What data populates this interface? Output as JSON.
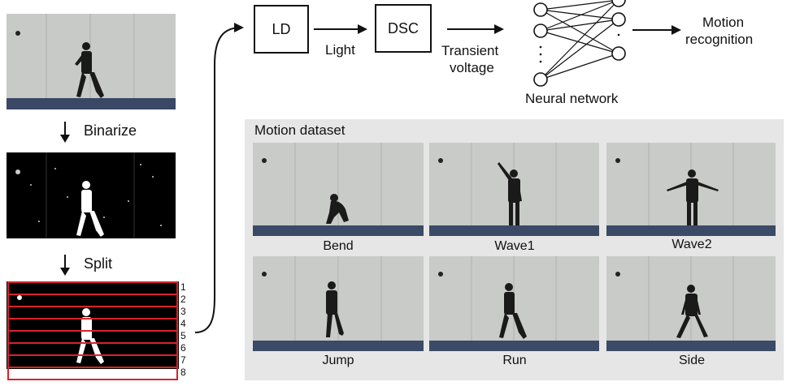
{
  "pipeline": {
    "step1_label": "Binarize",
    "step2_label": "Split",
    "strip_numbers": [
      "1",
      "2",
      "3",
      "4",
      "5",
      "6",
      "7",
      "8"
    ]
  },
  "flow": {
    "ld_label": "LD",
    "light_label": "Light",
    "dsc_label": "DSC",
    "transient_line1": "Transient",
    "transient_line2": "voltage",
    "network_label": "Neural network",
    "network_dots": ". . .",
    "output_line1": "Motion",
    "output_line2": "recognition"
  },
  "dataset": {
    "title": "Motion dataset",
    "items": [
      {
        "label": "Bend"
      },
      {
        "label": "Wave1"
      },
      {
        "label": "Wave2"
      },
      {
        "label": "Jump"
      },
      {
        "label": "Run"
      },
      {
        "label": "Side"
      }
    ]
  },
  "colors": {
    "split_grid": "#d9222a",
    "wall": "#c9cbc8",
    "floor": "#3b4a66",
    "panel": "#e6e6e6"
  }
}
